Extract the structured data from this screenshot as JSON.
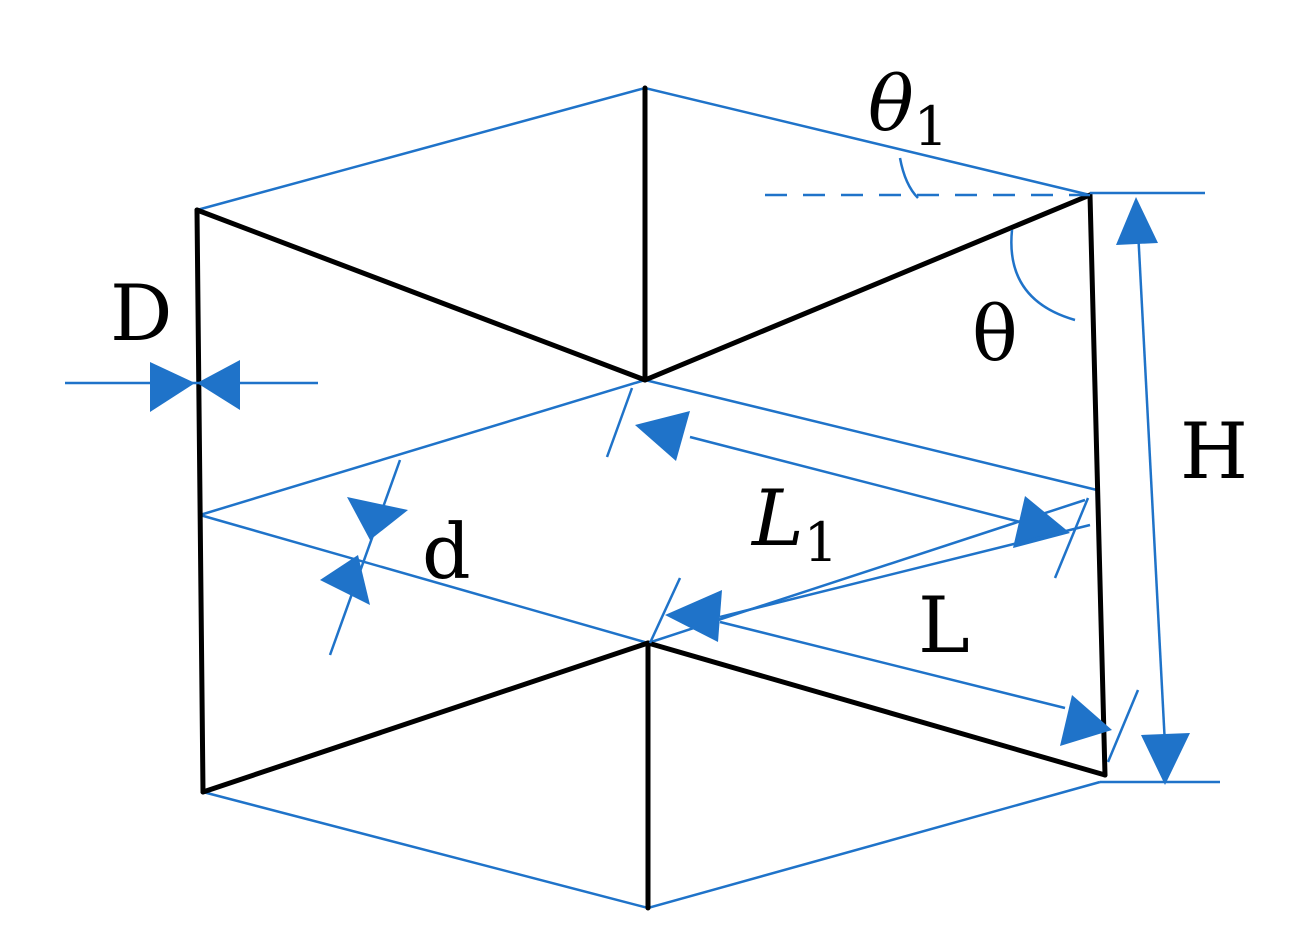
{
  "labels": {
    "theta1": "θ",
    "theta1_sub": "1",
    "theta": "θ",
    "D": "D",
    "H": "H",
    "d": "d",
    "L1": "L",
    "L1_sub": "1",
    "L": "L"
  },
  "colors": {
    "structure": "#000000",
    "dimension": "#1f73c9"
  }
}
